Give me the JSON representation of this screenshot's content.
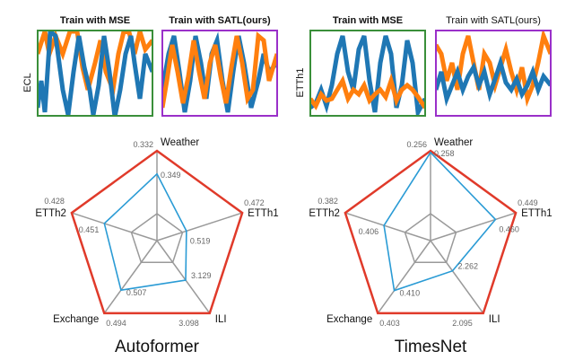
{
  "panels": {
    "left": {
      "row_label": "ECL",
      "titles": [
        "Train with MSE",
        "Train with SATL(ours)"
      ]
    },
    "right": {
      "row_label": "ETTh1",
      "titles": [
        "Train with MSE",
        "Train with SATL(ours)"
      ]
    }
  },
  "colors": {
    "series_blue": "#1f77b4",
    "series_orange": "#ff7f0e",
    "frame_mse": "#3a8f3a",
    "frame_satl": "#9a30c9",
    "radar_outer": "#e03a2a",
    "radar_inner": "#2a9bd5",
    "radar_grid": "#9a9a9a"
  },
  "chart_data": [
    {
      "type": "radar",
      "title": "Autoformer",
      "axes": [
        "Weather",
        "ETTh1",
        "ILI",
        "Exchange",
        "ETTh2"
      ],
      "series": [
        {
          "name": "",
          "values": [
            0.332,
            0.472,
            3.098,
            0.494,
            0.428
          ],
          "color": "#e03a2a"
        },
        {
          "name": "",
          "values": [
            0.349,
            0.519,
            3.129,
            0.507,
            0.451
          ],
          "color": "#2a9bd5"
        }
      ],
      "outer_labels": [
        "0.332",
        "0.472",
        "3.098",
        "0.494",
        "0.428"
      ],
      "inner_labels": [
        "0.349",
        "0.519",
        "3.129",
        "0.507",
        "0.451"
      ]
    },
    {
      "type": "radar",
      "title": "TimesNet",
      "axes": [
        "Weather",
        "ETTh1",
        "ILI",
        "Exchange",
        "ETTh2"
      ],
      "series": [
        {
          "name": "",
          "values": [
            0.256,
            0.449,
            2.095,
            0.403,
            0.382
          ],
          "color": "#e03a2a"
        },
        {
          "name": "",
          "values": [
            0.258,
            0.46,
            2.262,
            0.41,
            0.406
          ],
          "color": "#2a9bd5"
        }
      ],
      "outer_labels": [
        "0.256",
        "0.449",
        "2.095",
        "0.403",
        "0.382"
      ],
      "inner_labels": [
        "0.258",
        "0.460",
        "2.262",
        "0.410",
        "0.406"
      ]
    }
  ]
}
